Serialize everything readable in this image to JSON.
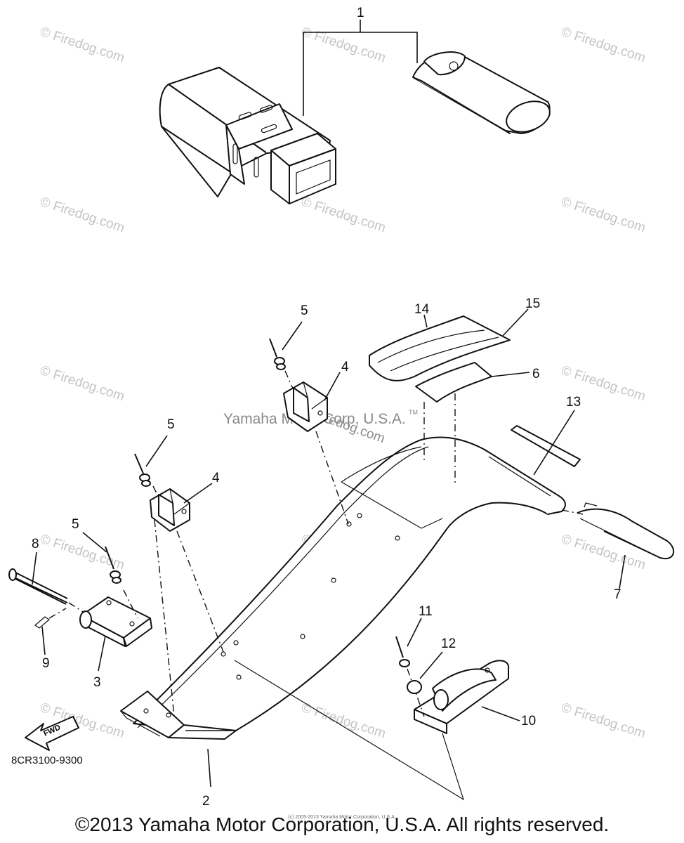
{
  "watermarks": {
    "text": "© Firedog.com",
    "center_small": "© Firedog.com",
    "center_main": "Yamaha Motor Corp, U.S.A.",
    "tm": "TM"
  },
  "callouts": [
    "1",
    "2",
    "3",
    "4",
    "4",
    "5",
    "5",
    "5",
    "6",
    "7",
    "8",
    "9",
    "10",
    "11",
    "12",
    "13",
    "14",
    "15"
  ],
  "fwd_label": "FWD",
  "part_code": "8CR3100-9300",
  "tiny_copyright": "(c) 2005-2013 Yamaha Motor Corporation, U.S.A.",
  "copyright": "©2013 Yamaha Motor Corporation, U.S.A. All rights reserved."
}
